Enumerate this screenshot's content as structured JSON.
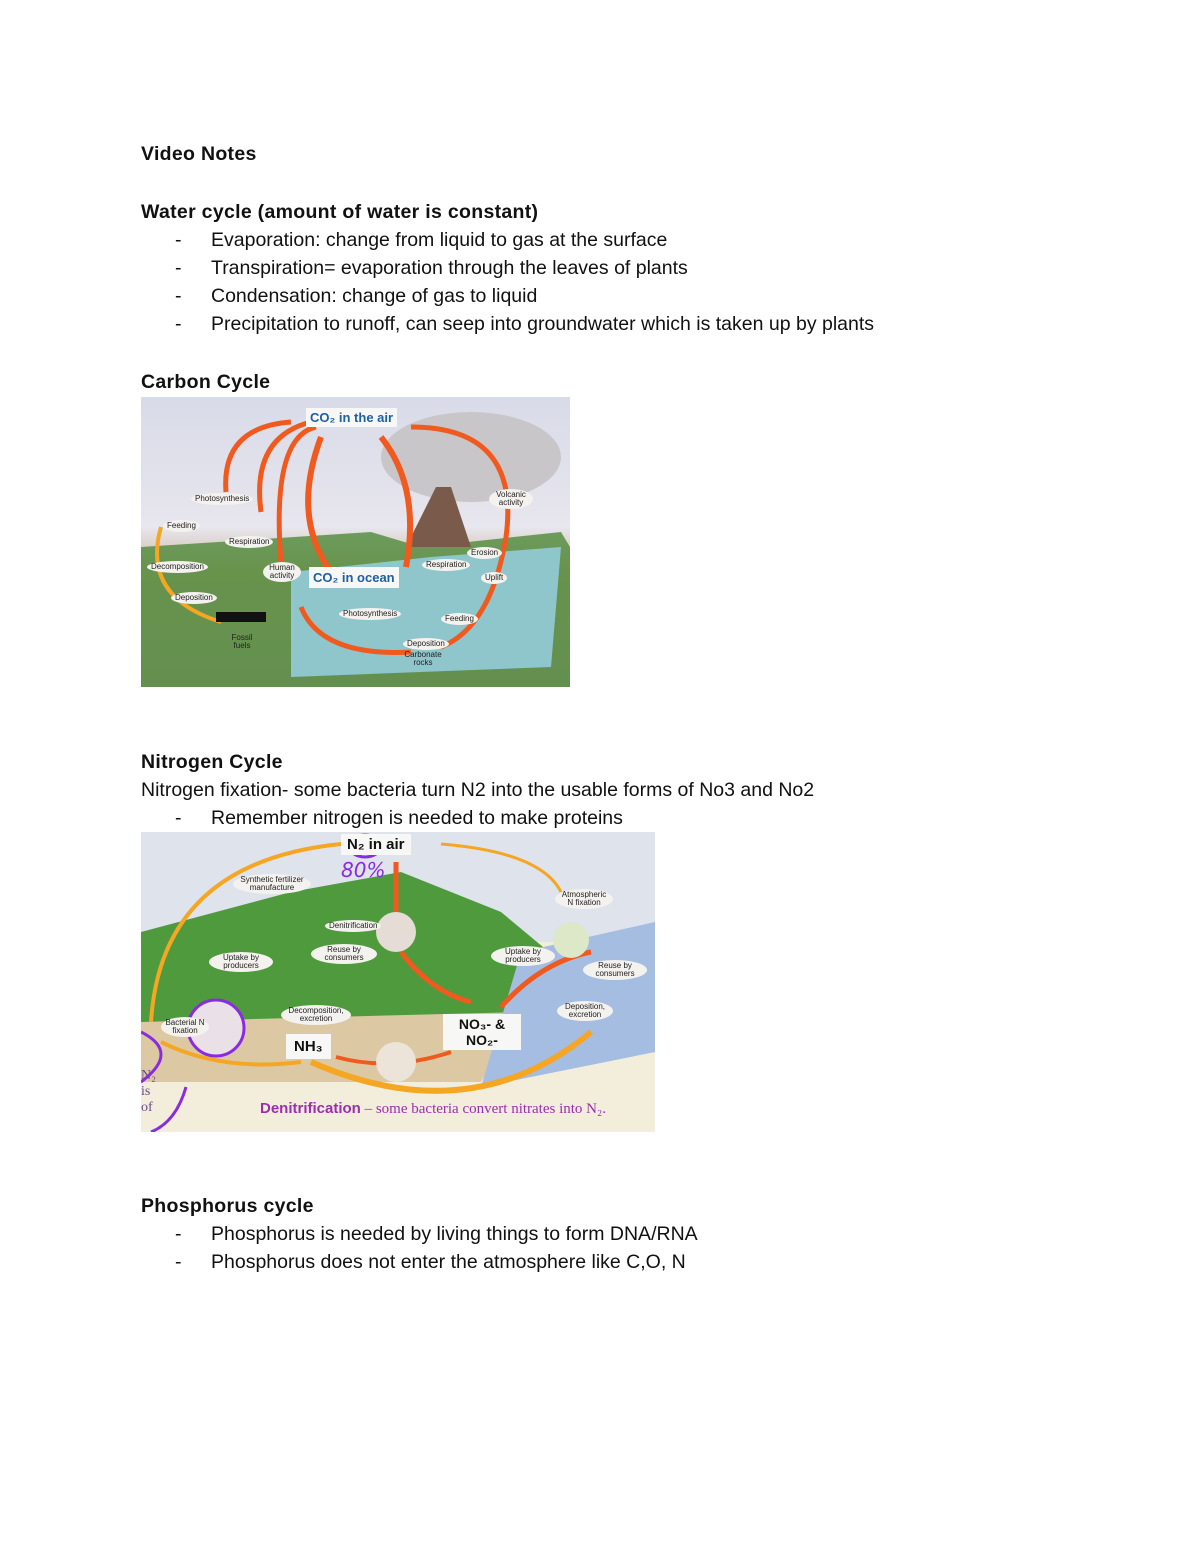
{
  "title": "Video Notes",
  "water": {
    "heading": "Water cycle (amount of water is constant)",
    "bullets": [
      "Evaporation: change from liquid to gas at the surface",
      "Transpiration= evaporation through the leaves of plants",
      "Condensation: change of gas to liquid",
      "Precipitation to runoff, can seep into groundwater which is taken up by plants"
    ]
  },
  "carbon": {
    "heading": "Carbon Cycle",
    "figure": {
      "air": "CO₂ in the air",
      "ocean": "CO₂ in ocean",
      "labels": [
        "Photosynthesis",
        "Feeding",
        "Respiration",
        "Decomposition",
        "Human activity",
        "Deposition",
        "Fossil fuels",
        "Volcanic activity",
        "Erosion",
        "Respiration",
        "Uplift",
        "Photosynthesis",
        "Feeding",
        "Deposition",
        "Carbonate rocks"
      ]
    }
  },
  "nitrogen": {
    "heading": "Nitrogen Cycle",
    "text": "Nitrogen fixation- some bacteria turn N2 into the usable forms of No3 and No2",
    "bullets": [
      "Remember nitrogen is needed to make proteins"
    ],
    "figure": {
      "air": "N₂ in air",
      "annotation": "80%",
      "nh3": "NH₃",
      "no": "NO₃- & NO₂-",
      "caption_bold": "Denitrification",
      "caption": " – some bacteria convert nitrates into N₂.",
      "side": "N₂ is of",
      "labels": [
        "Synthetic fertilizer manufacture",
        "Denitrification",
        "Atmospheric N fixation",
        "Uptake by producers",
        "Reuse by consumers",
        "Uptake by producers",
        "Reuse by consumers",
        "Bacterial N fixation",
        "Decomposition, excretion",
        "Deposition, excretion"
      ]
    }
  },
  "phosphorus": {
    "heading": "Phosphorus cycle",
    "bullets": [
      "Phosphorus is needed by living things to form DNA/RNA",
      "Phosphorus does not enter the atmosphere like C,O, N"
    ]
  },
  "colors": {
    "arrow": "#f05a1e",
    "arrow_light": "#f5a623",
    "ink": "#8a2be2",
    "caption": "#9b2fae",
    "title_blue": "#1d5fa8"
  }
}
